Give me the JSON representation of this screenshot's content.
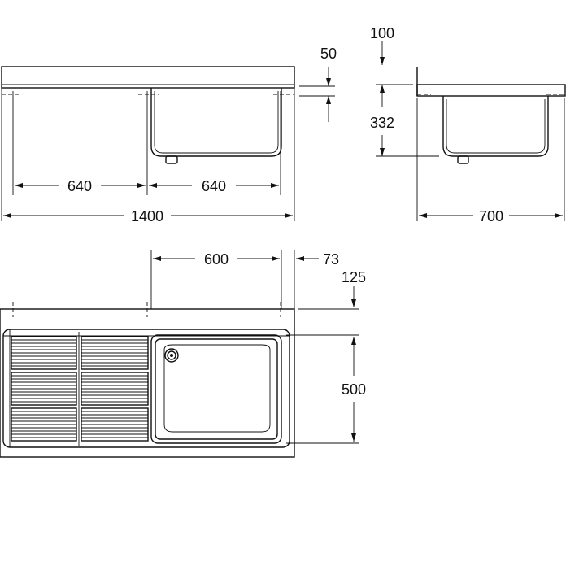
{
  "dimensions": {
    "front_width_left": "640",
    "front_width_right": "640",
    "total_width": "1400",
    "deck_thickness": "50",
    "side_offset": "100",
    "bowl_depth": "332",
    "total_depth": "700",
    "bowl_width": "600",
    "right_margin": "73",
    "back_margin": "125",
    "bowl_length": "500"
  }
}
